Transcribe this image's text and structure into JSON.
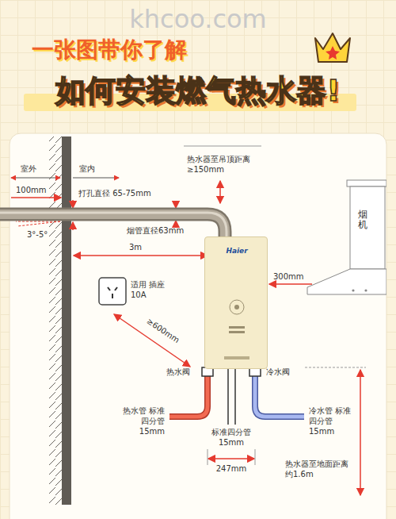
{
  "diagram": {
    "title": "如何安装燃气热水器!",
    "nodes": [
      {
        "text": [
          "Haier"
        ]
      },
      {
        "text": [
          "烟机"
        ]
      }
    ],
    "labels": [
      "khcoo.com",
      "一张图带你了解",
      "室外",
      "室内",
      "100mm",
      "打孔直径 65-75mm",
      "3°-5°",
      "烟管直径63mm",
      "3m",
      "热水器至吊顶距离 ≥150mm",
      "300mm",
      "适用 插座10A",
      "≥600mm",
      "热水阀",
      "冷水阀",
      "热水管 标准四分管 15mm",
      "冷水管 标准四分管 15mm",
      "标准四分管 15mm",
      "247mm",
      "热水器至地面距离 约1.6m"
    ]
  }
}
